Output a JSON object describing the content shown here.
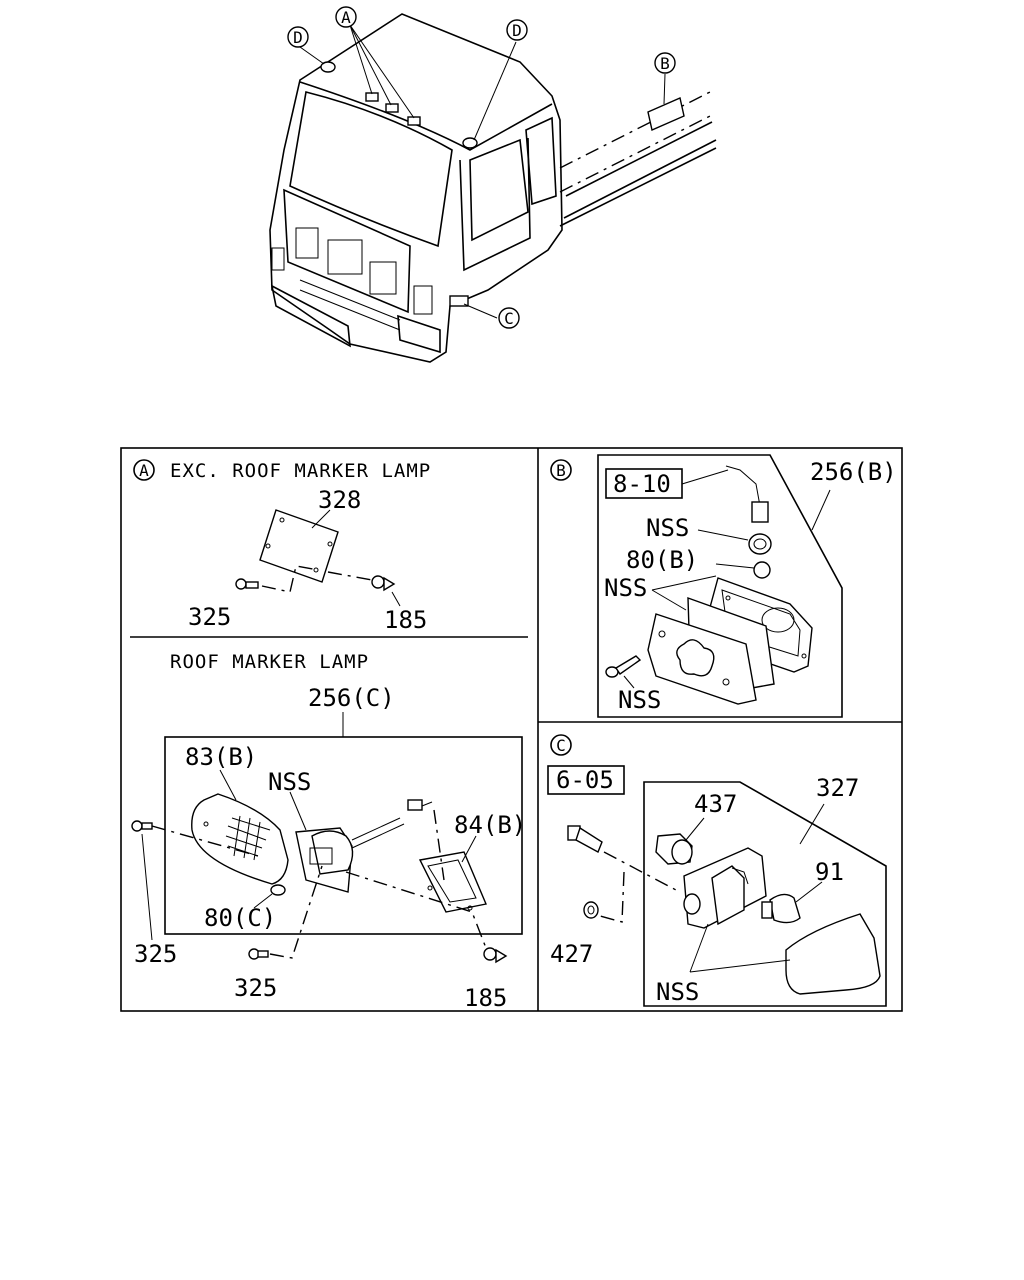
{
  "overview": {
    "callouts": {
      "a": "A",
      "b": "B",
      "c": "C",
      "d_left": "D",
      "d_right": "D"
    }
  },
  "panel_a": {
    "letter": "A",
    "title": "EXC. ROOF MARKER LAMP",
    "labels": {
      "part_328": "328",
      "part_325": "325",
      "part_185": "185"
    },
    "roof_title": "ROOF MARKER LAMP",
    "roof_labels": {
      "assembly": "256(C)",
      "lens": "83(B)",
      "nss": "NSS",
      "gasket": "84(B)",
      "bulb": "80(C)",
      "screw_left": "325",
      "screw_bottom": "325",
      "clip": "185"
    }
  },
  "panel_b": {
    "letter": "B",
    "ref_box": "8-10",
    "labels": {
      "assembly": "256(B)",
      "nss_socket": "NSS",
      "bulb": "80(B)",
      "nss_body": "NSS",
      "nss_screw": "NSS"
    }
  },
  "panel_c": {
    "letter": "C",
    "ref_box": "6-05",
    "labels": {
      "assembly": "327",
      "socket": "437",
      "bulb": "91",
      "nut": "427",
      "nss": "NSS"
    }
  }
}
